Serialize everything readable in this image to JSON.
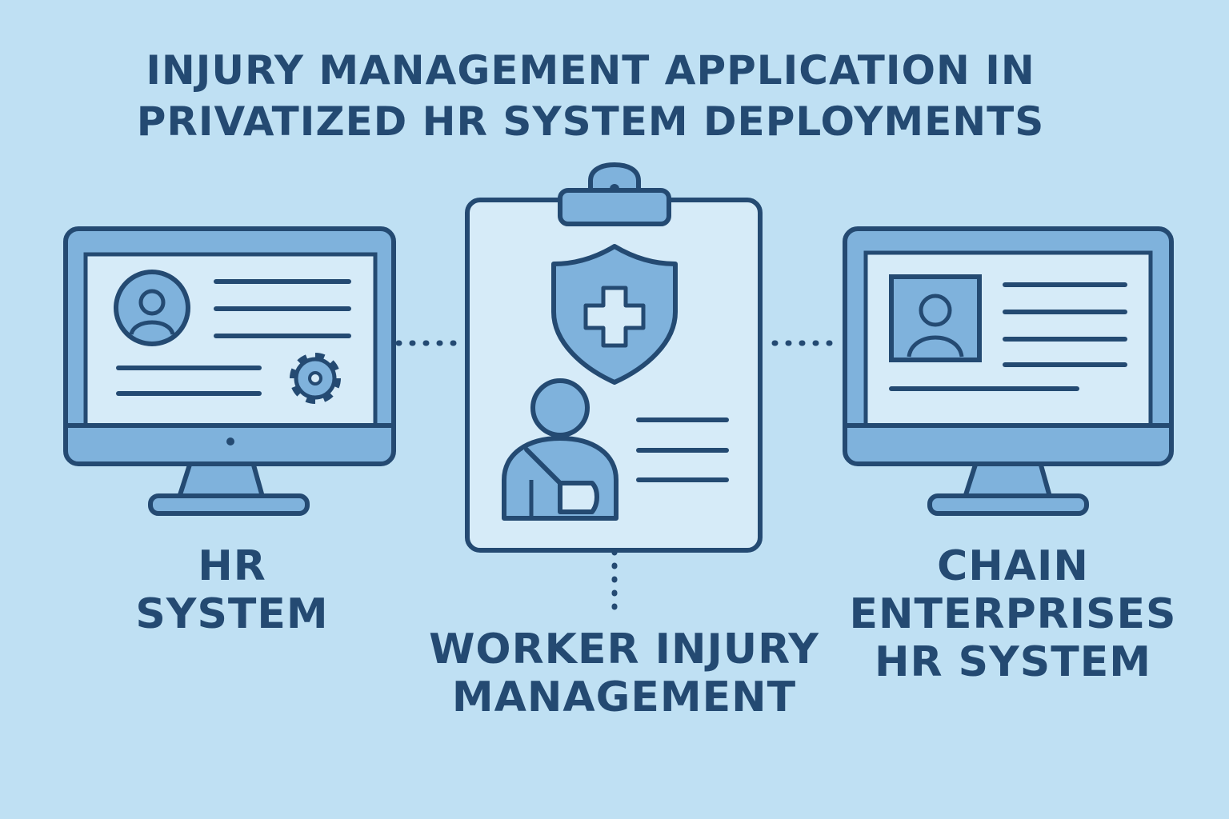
{
  "title": {
    "line1": "INJURY MANAGEMENT APPLICATION IN",
    "line2": "PRIVATIZED HR SYSTEM DEPLOYMENTS"
  },
  "nodes": {
    "hr_system": {
      "line1": "HR",
      "line2": "SYSTEM",
      "icon": "monitor-icon"
    },
    "worker_injury": {
      "line1": "WORKER INJURY",
      "line2": "MANAGEMENT",
      "icon": "clipboard-icon"
    },
    "chain_enterprises": {
      "line1": "CHAIN",
      "line2": "ENTERPRISES",
      "line3": "HR SYSTEM",
      "icon": "monitor-icon"
    }
  },
  "colors": {
    "background": "#bfe0f3",
    "outline": "#244a72",
    "fill": "#7fb2dc",
    "panel": "#d6ebf8",
    "text": "#244a72"
  }
}
